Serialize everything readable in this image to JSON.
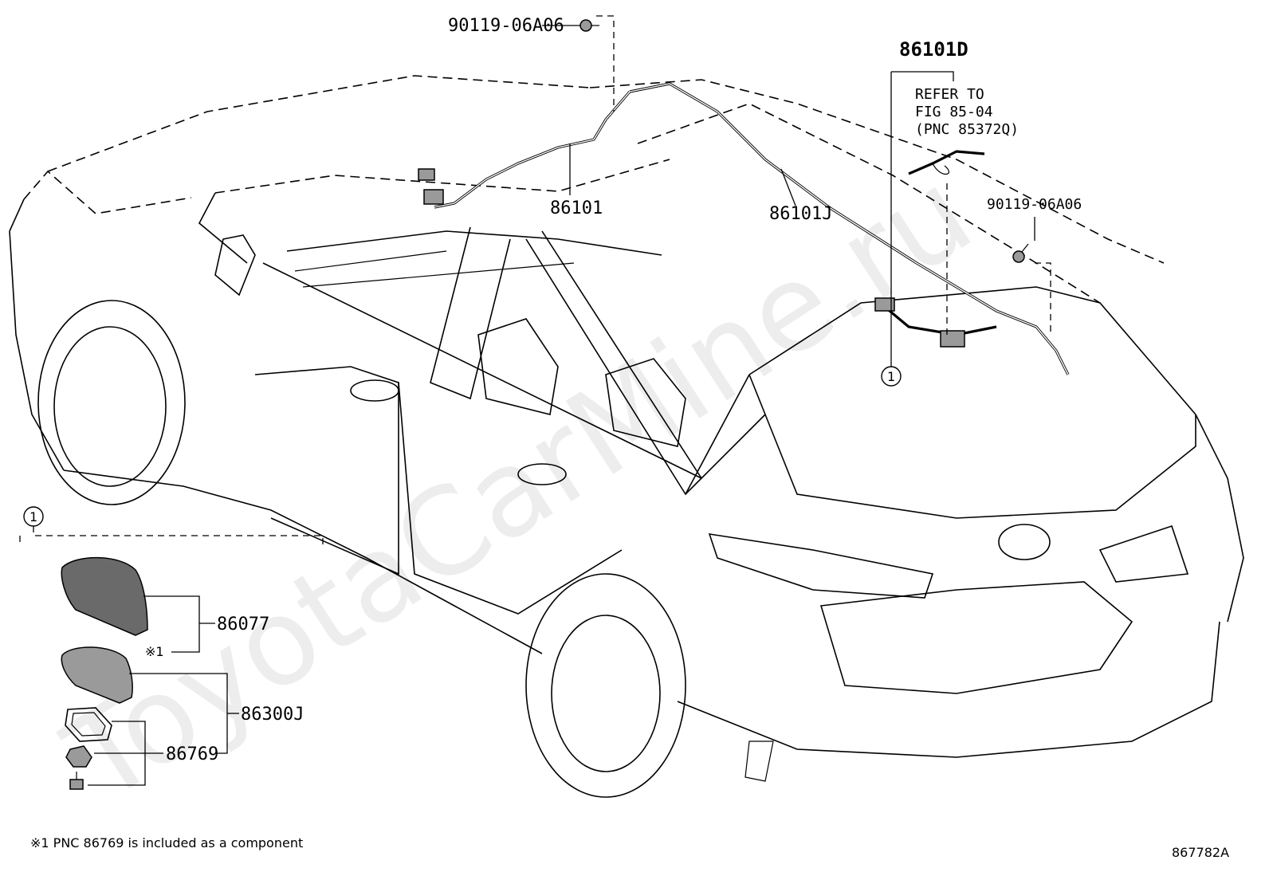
{
  "watermark": "ToyotaCarMine.ru",
  "diagram_code": "867782A",
  "footnote": "※1 PNC 86769 is included as a component",
  "callout_symbol": "1",
  "detail_note_mark": "※1",
  "parts": {
    "bolt_top": "90119-06A06",
    "bolt_right": "90119-06A06",
    "cable_main": "86101",
    "cable_rear": "86101J",
    "group": "86101D",
    "antenna_cover": "86077",
    "antenna_assy": "86300J",
    "gasket": "86769"
  },
  "reference": {
    "line1": "REFER TO",
    "line2": "FIG 85-04",
    "line3": "(PNC 85372Q)"
  }
}
